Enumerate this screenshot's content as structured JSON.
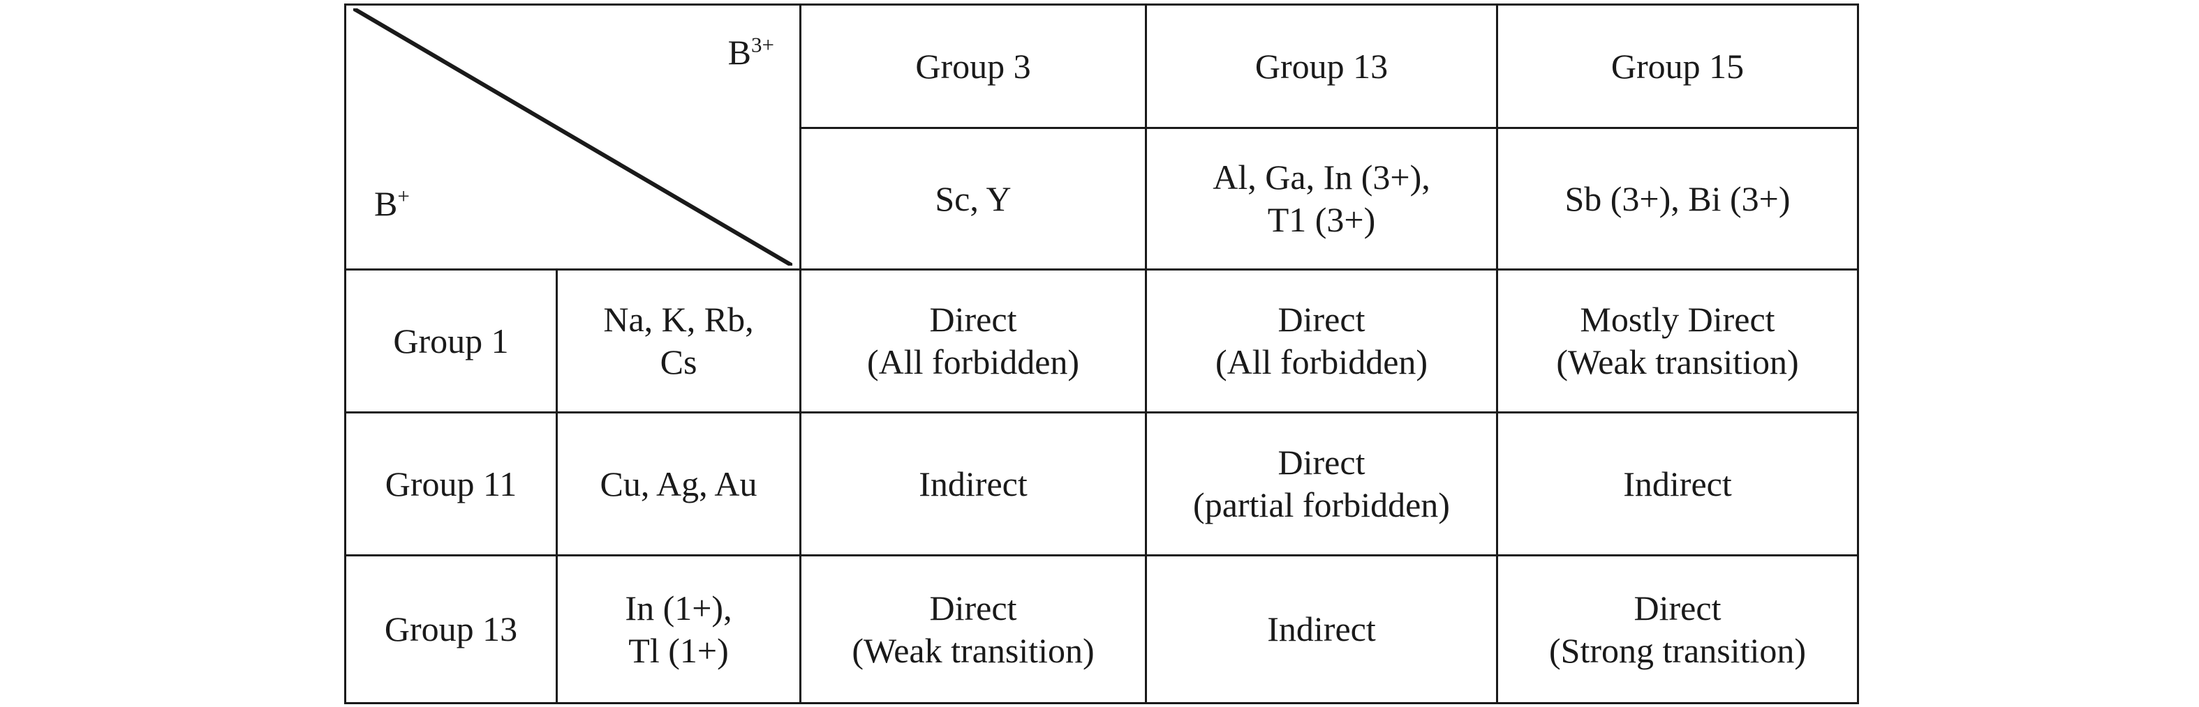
{
  "figure": {
    "kind": "classification-matrix",
    "row_axis_label": "B+",
    "row_axis_label_base": "B",
    "row_axis_label_charge": "+",
    "col_axis_label": "B3+",
    "col_axis_label_base": "B",
    "col_axis_label_charge": "3+"
  },
  "colors": {
    "peach": "#f8d9c9",
    "light_blue": "#d2e3f2",
    "green": "#7ed08b",
    "white": "#ffffff",
    "border": "#1a1a1a",
    "text": "#1a1a1a"
  },
  "columns": [
    {
      "group": "Group 3",
      "elements": "Sc, Y"
    },
    {
      "group": "Group 13",
      "elements": "Al, Ga, In (3+),\nT1 (3+)"
    },
    {
      "group": "Group 15",
      "elements": "Sb (3+), Bi (3+)"
    }
  ],
  "rows": [
    {
      "group": "Group 1",
      "elements": "Na, K, Rb,\nCs",
      "cells": [
        {
          "text": "Direct\n(All forbidden)",
          "fill": "peach"
        },
        {
          "text": "Direct\n(All forbidden)",
          "fill": "peach"
        },
        {
          "text": "Mostly Direct\n(Weak transition)",
          "fill": "blue"
        }
      ]
    },
    {
      "group": "Group 11",
      "elements": "Cu, Ag, Au",
      "cells": [
        {
          "text": "Indirect",
          "fill": "none"
        },
        {
          "text": "Direct\n(partial forbidden)",
          "fill": "peach"
        },
        {
          "text": "Indirect",
          "fill": "none"
        }
      ]
    },
    {
      "group": "Group 13",
      "elements": "In (1+),\nTl (1+)",
      "cells": [
        {
          "text": "Direct\n(Weak transition)",
          "fill": "blue"
        },
        {
          "text": "Indirect",
          "fill": "none"
        },
        {
          "text": "Direct\n(Strong transition)",
          "fill": "green"
        }
      ]
    }
  ]
}
